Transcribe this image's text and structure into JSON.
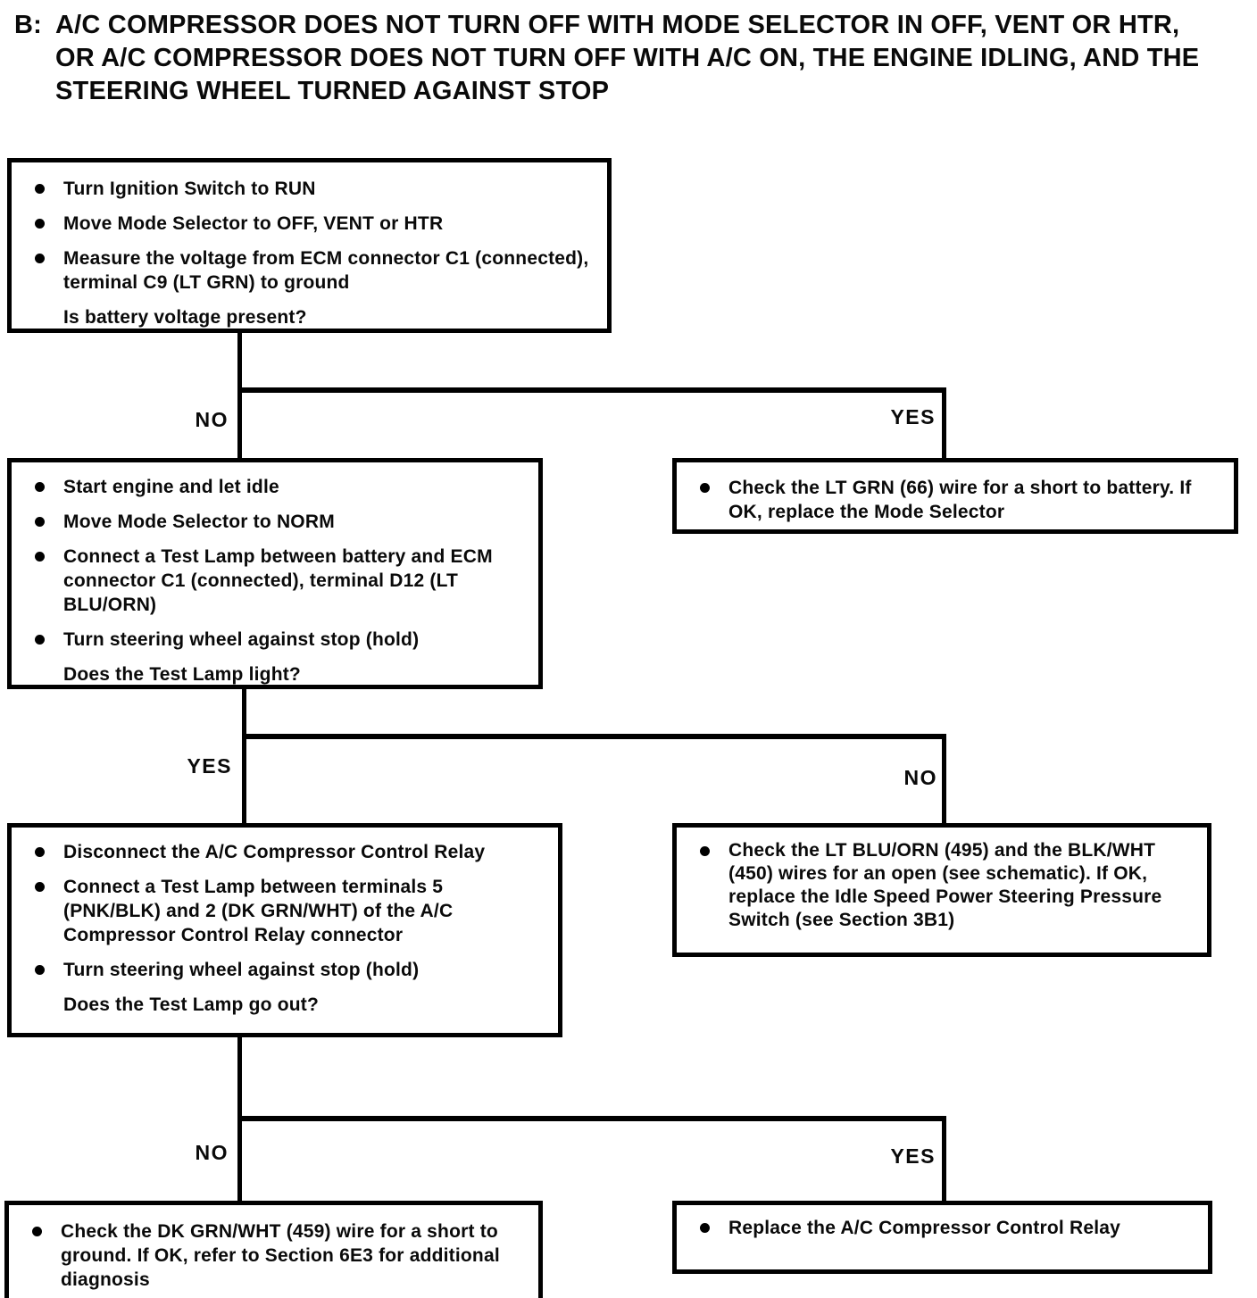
{
  "page": {
    "background_color": "#ffffff",
    "ink_color": "#000000"
  },
  "title": {
    "prefix": "B:",
    "text": "A/C COMPRESSOR DOES NOT TURN OFF WITH MODE SELECTOR IN OFF, VENT OR HTR, OR A/C COMPRESSOR DOES NOT TURN OFF WITH A/C ON, THE ENGINE IDLING, AND THE STEERING WHEEL TURNED AGAINST STOP"
  },
  "flowchart": {
    "step1": {
      "bullets": [
        "Turn Ignition Switch to RUN",
        "Move Mode Selector to OFF, VENT or HTR",
        "Measure the voltage from ECM connector C1 (connected), terminal C9 (LT GRN) to ground"
      ],
      "question": "Is battery voltage present?"
    },
    "branch1": {
      "left": "NO",
      "right": "YES"
    },
    "result1_right": {
      "bullets": [
        "Check the LT GRN (66) wire for a short to battery. If OK, replace the Mode Selector"
      ]
    },
    "step2": {
      "bullets": [
        "Start engine and let idle",
        "Move Mode Selector to NORM",
        "Connect a Test Lamp between battery and ECM connector C1 (connected), terminal D12 (LT BLU/ORN)",
        "Turn steering wheel against stop (hold)"
      ],
      "question": "Does the Test Lamp light?"
    },
    "branch2": {
      "left": "YES",
      "right": "NO"
    },
    "result2_right": {
      "bullets": [
        "Check the LT BLU/ORN (495) and the BLK/WHT (450) wires for an open (see schematic). If OK, replace the Idle Speed Power Steering Pressure Switch (see Section 3B1)"
      ]
    },
    "step3": {
      "bullets": [
        "Disconnect the A/C Compressor Control Relay",
        "Connect a Test Lamp between terminals 5 (PNK/BLK) and 2 (DK GRN/WHT) of the A/C Compressor Control Relay connector",
        "Turn steering wheel against stop (hold)"
      ],
      "question": "Does the Test Lamp go out?"
    },
    "branch3": {
      "left": "NO",
      "right": "YES"
    },
    "result3_left": {
      "bullets": [
        "Check the DK GRN/WHT (459) wire for a short to ground. If OK, refer to Section 6E3 for additional diagnosis"
      ]
    },
    "result3_right": {
      "bullets": [
        "Replace the A/C Compressor Control Relay"
      ]
    }
  }
}
